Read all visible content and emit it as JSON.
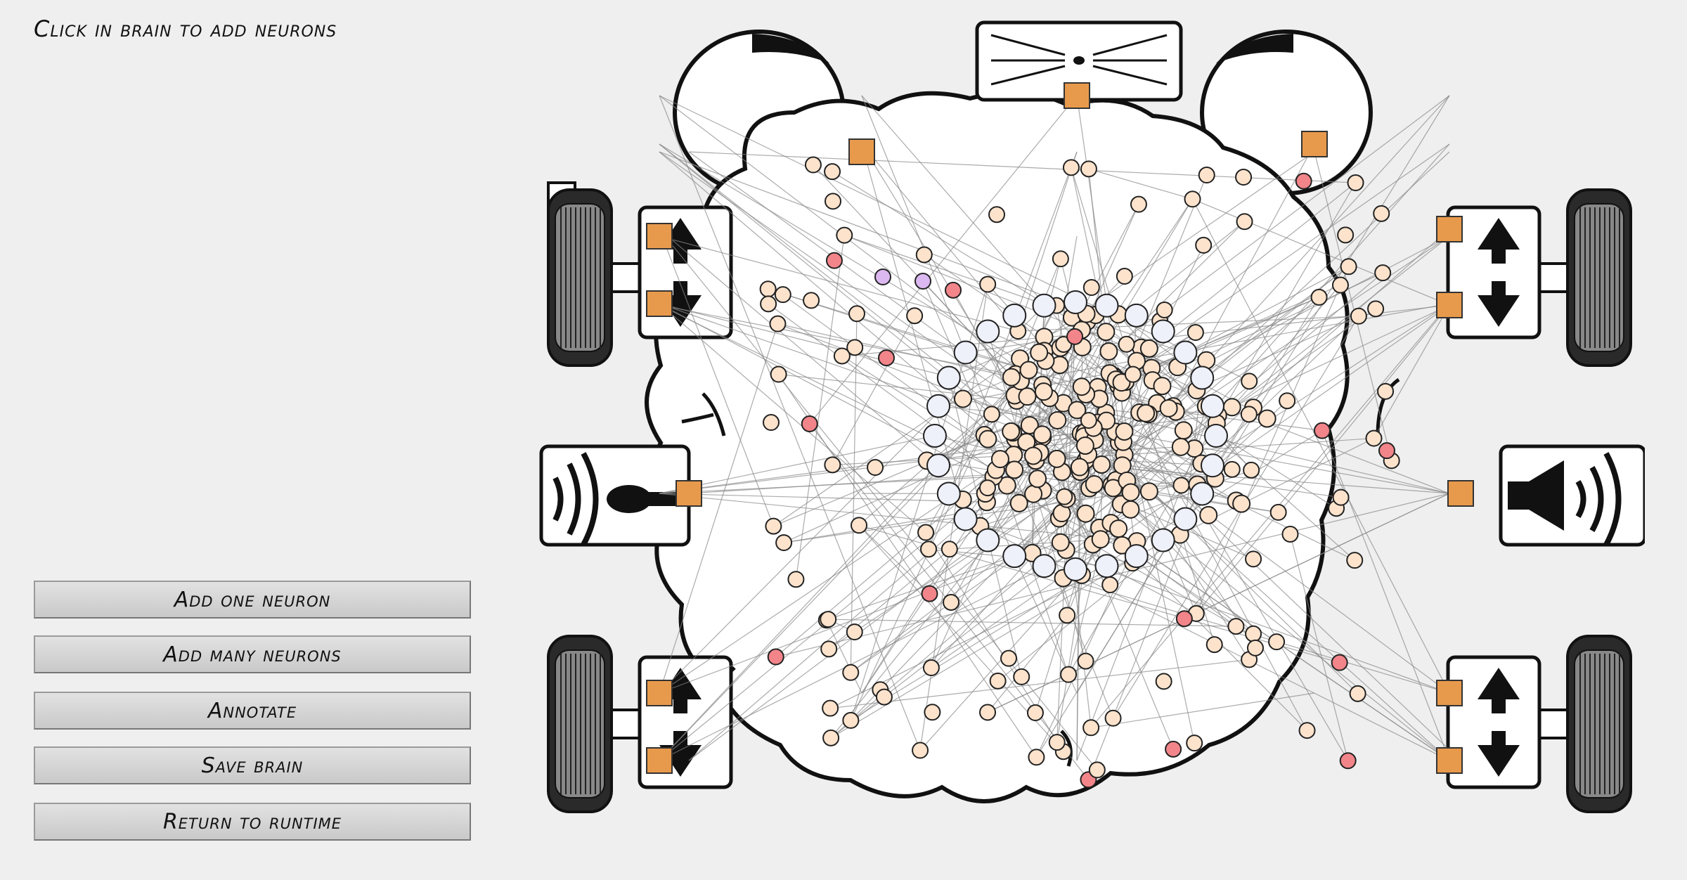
{
  "header": {
    "instruction": "Click in brain to add neurons"
  },
  "buttons": [
    {
      "label": "Add one neuron"
    },
    {
      "label": "Add many neurons"
    },
    {
      "label": "Annotate"
    },
    {
      "label": "Save brain"
    },
    {
      "label": "Return to runtime"
    }
  ],
  "colors": {
    "neuron": "#fde3cc",
    "neuron_red": "#f2858a",
    "neuron_violet": "#dcb8f0",
    "neuron_blue": "#d8dcf5",
    "large_neuron": "#eef0fa",
    "terminal": "#e89a4c",
    "connection": "#888888"
  },
  "icons": [
    "camera-eye-icon",
    "nose-icon",
    "whiskers-icon",
    "wheel-icon",
    "motor-arrows-icon",
    "microphone-icon",
    "speaker-icon"
  ]
}
